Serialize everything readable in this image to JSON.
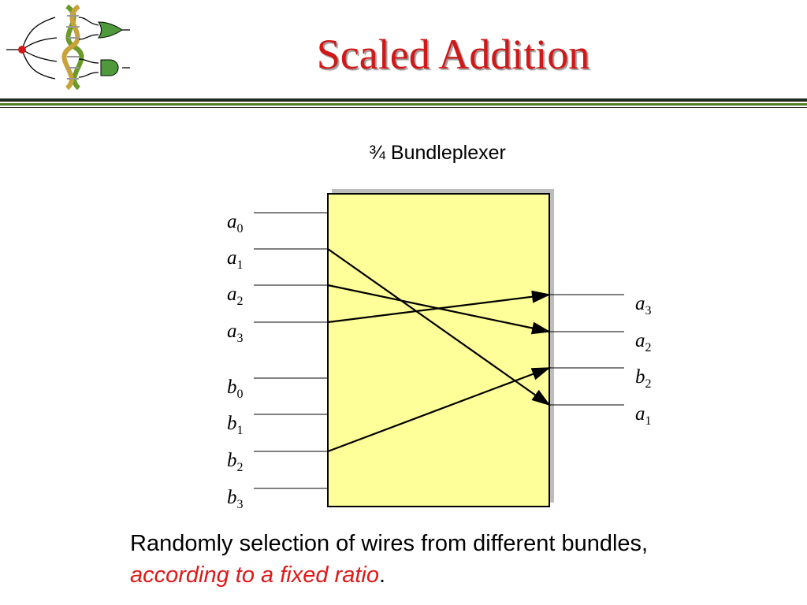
{
  "slide": {
    "title": "Scaled Addition",
    "subtitle": "¾ Bundleplexer",
    "caption_line1": "Randomly selection of wires from different bundles,",
    "caption_line2_italic": "according to a fixed ratio",
    "caption_line2_end": "."
  },
  "diagram": {
    "inputs": [
      {
        "letter": "a",
        "index": "0"
      },
      {
        "letter": "a",
        "index": "1"
      },
      {
        "letter": "a",
        "index": "2"
      },
      {
        "letter": "a",
        "index": "3"
      },
      {
        "letter": "b",
        "index": "0"
      },
      {
        "letter": "b",
        "index": "1"
      },
      {
        "letter": "b",
        "index": "2"
      },
      {
        "letter": "b",
        "index": "3"
      }
    ],
    "outputs": [
      {
        "letter": "a",
        "index": "3"
      },
      {
        "letter": "a",
        "index": "2"
      },
      {
        "letter": "b",
        "index": "2"
      },
      {
        "letter": "a",
        "index": "1"
      }
    ],
    "connections": [
      {
        "from": "a3",
        "to": "a3"
      },
      {
        "from": "a2",
        "to": "a2"
      },
      {
        "from": "b2",
        "to": "b2"
      },
      {
        "from": "a1",
        "to": "a1"
      }
    ]
  },
  "colors": {
    "title": "#d01818",
    "box_fill": "#ffff99",
    "rule_dark": "#1e2b1e",
    "rule_green": "#4e7f22",
    "caption_italic": "#e01818"
  }
}
